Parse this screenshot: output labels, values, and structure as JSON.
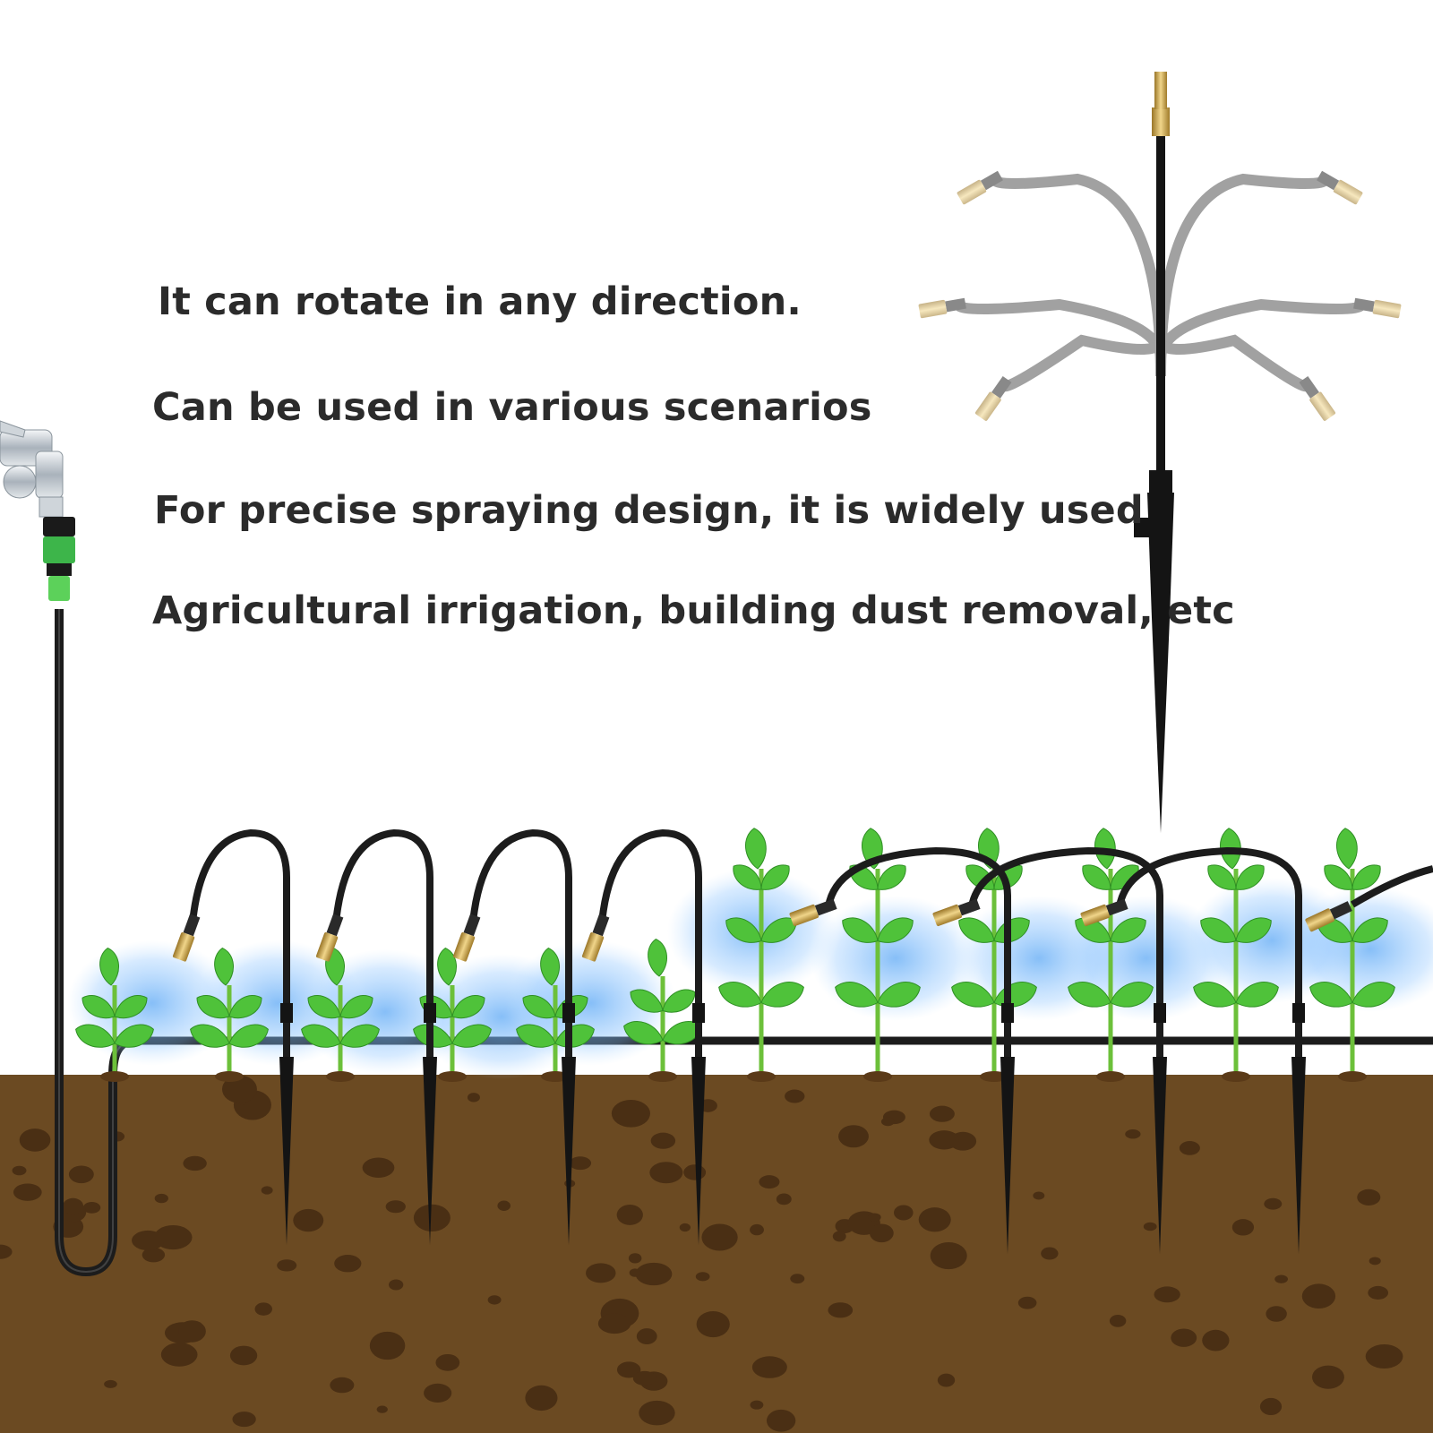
{
  "captions": {
    "line1": "It can rotate in any direction.",
    "line2": "Can be used in various scenarios",
    "line3": "For precise spraying design, it is widely used",
    "line4": "Agricultural irrigation, building dust removal, etc"
  },
  "colors": {
    "background": "#ffffff",
    "soil": "#6b4a22",
    "soil_spots": "#4a2f14",
    "leaf": "#4fc23a",
    "leaf_light": "#8be06a",
    "tubing": "#1c1c1c",
    "nozzle_brass": "#c9a24a",
    "connector_green": "#3db54a",
    "mist": "#5ea9f5"
  },
  "icons": {
    "faucet": "faucet-icon",
    "stake": "sprinkler-stake-icon"
  }
}
